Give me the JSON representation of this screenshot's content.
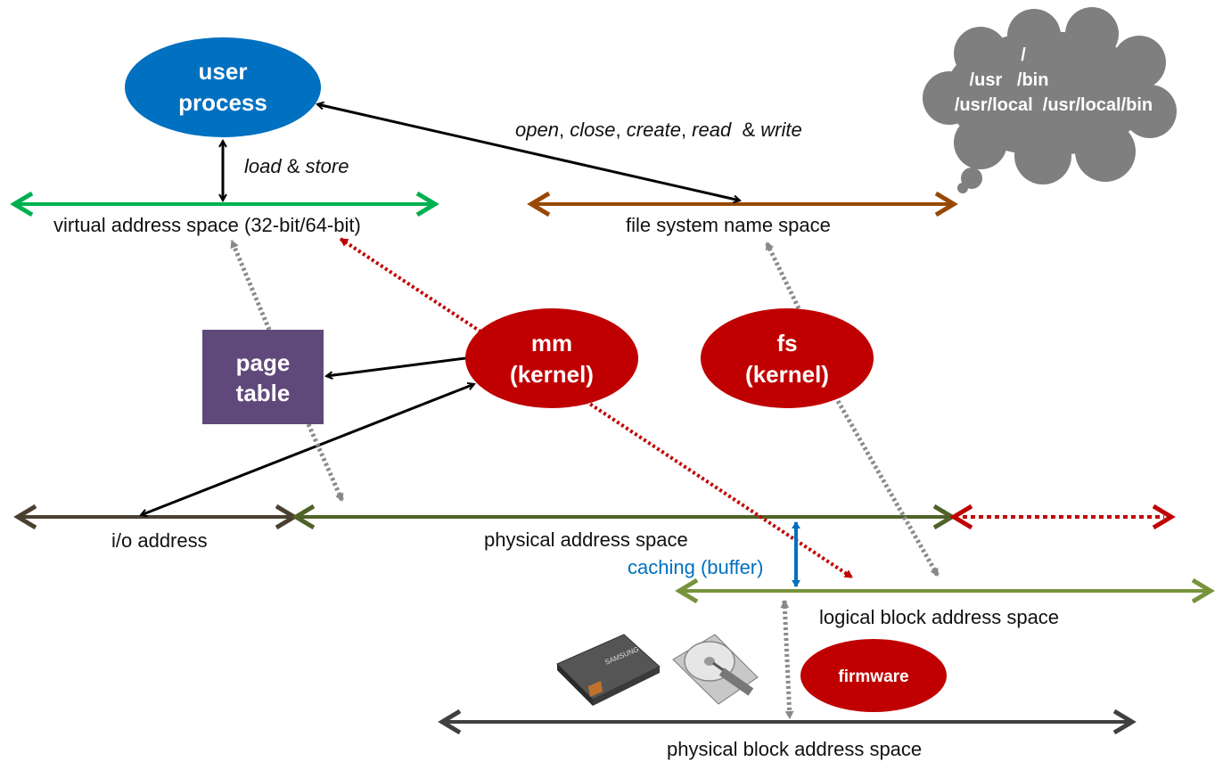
{
  "nodes": {
    "user_process": {
      "line1": "user",
      "line2": "process"
    },
    "page_table": {
      "line1": "page",
      "line2": "table"
    },
    "mm": {
      "line1": "mm",
      "line2": "(kernel)"
    },
    "fs": {
      "line1": "fs",
      "line2": "(kernel)"
    },
    "firmware": "firmware"
  },
  "cloud": {
    "line1": "/",
    "line2": "/usr   /bin",
    "line3": "/usr/local  /usr/local/bin"
  },
  "labels": {
    "vas": "virtual address space (32-bit/64-bit)",
    "fsns": "file system name space",
    "io": "i/o address",
    "pas": "physical address space",
    "caching": "caching (buffer)",
    "lba": "logical block address space",
    "pba": "physical block address space"
  },
  "edges": {
    "syscalls": {
      "open": "open",
      "close": "close",
      "create": "create",
      "read": "read",
      "amp": "&",
      "write": "write"
    },
    "load_store": {
      "load": "load",
      "amp": "&",
      "store": "store"
    }
  },
  "devices": {
    "ssd_brand": "SAMSUNG"
  },
  "colors": {
    "user_process": "#0070c0",
    "kernel": "#c00000",
    "page_table": "#5f497a",
    "cloud": "#7f7f7f",
    "vas_line": "#00b050",
    "fsns_line": "#984807",
    "io_line": "#4a4030",
    "pas_line": "#4f6228",
    "lba_line": "#77933c",
    "pba_line": "#404040",
    "caching": "#0070c0",
    "red_dotted": "#c00000"
  }
}
